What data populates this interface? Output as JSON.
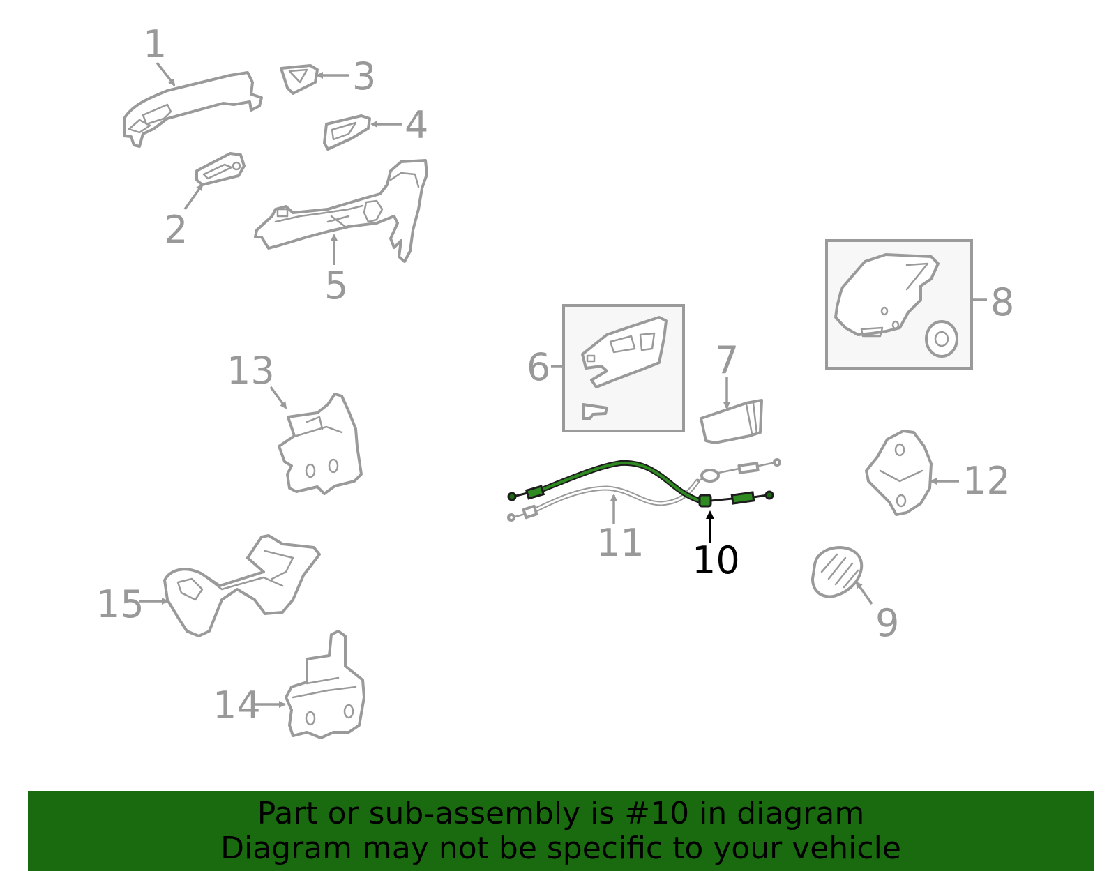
{
  "diagram": {
    "callouts": [
      "1",
      "2",
      "3",
      "4",
      "5",
      "6",
      "7",
      "8",
      "9",
      "10",
      "11",
      "12",
      "13",
      "14",
      "15"
    ],
    "highlighted_part": "10",
    "colors": {
      "part_gray": "#9a9a9a",
      "highlight_green": "#1d6b12",
      "banner_green": "#1a6b0f",
      "text": "#000000"
    }
  },
  "banner": {
    "line1": "Part or sub-assembly is #10 in diagram",
    "line2": "Diagram may not be specific to your vehicle"
  }
}
